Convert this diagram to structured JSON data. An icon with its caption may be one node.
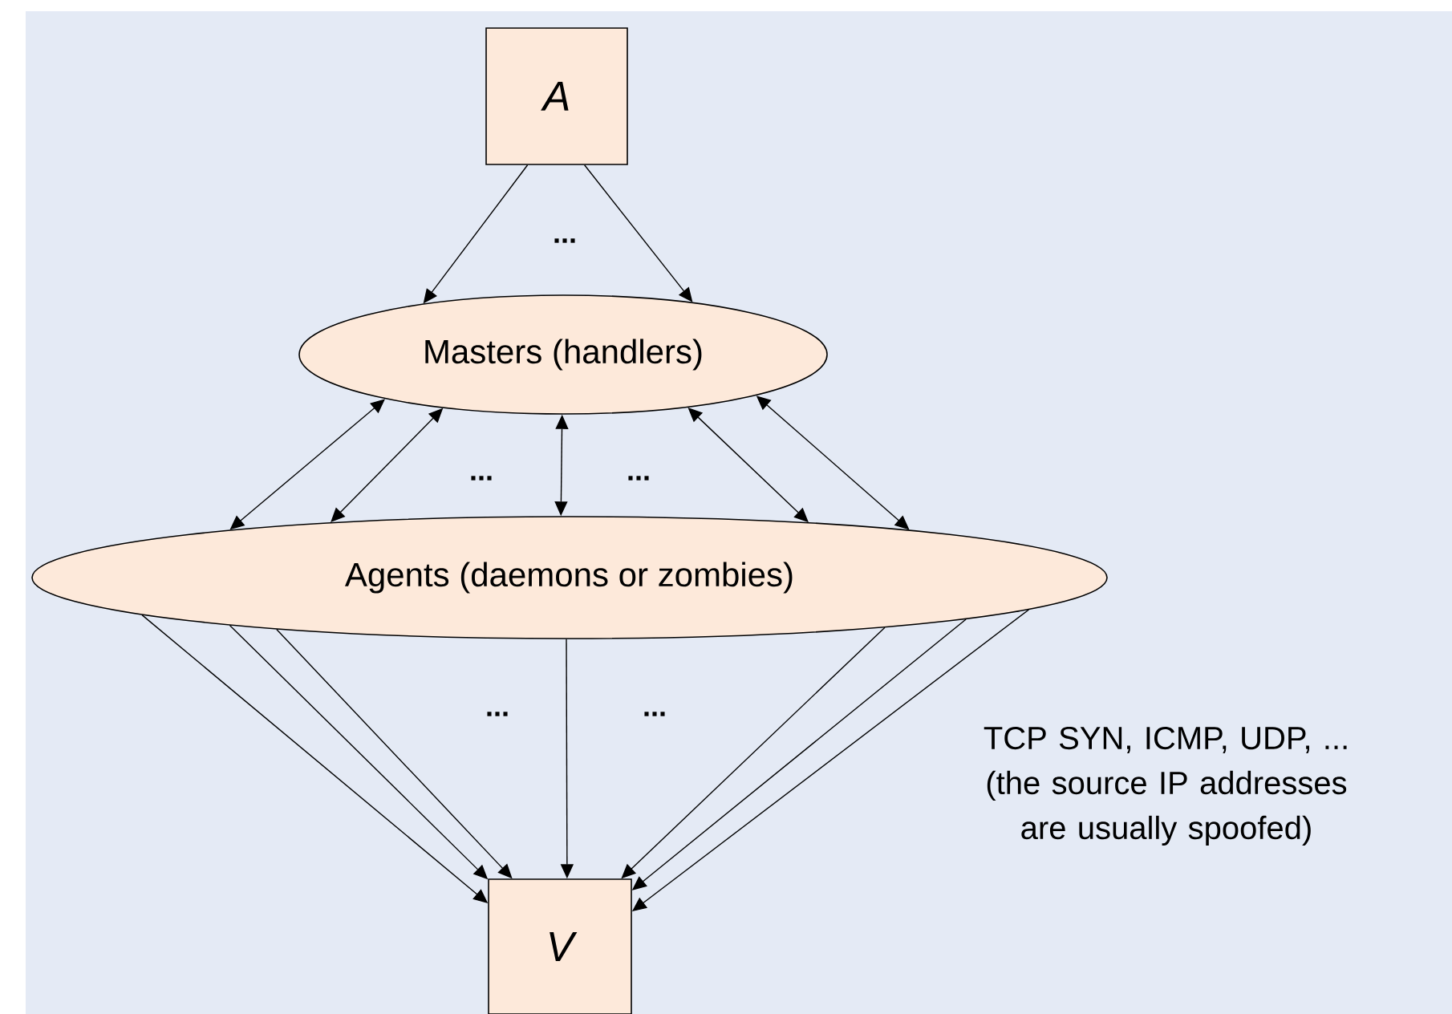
{
  "diagram": {
    "nodes": [
      {
        "text": [
          "A"
        ]
      },
      {
        "text": [
          "Masters (handlers)"
        ]
      },
      {
        "text": [
          "Agents (daemons or zombies)"
        ]
      },
      {
        "text": [
          "V"
        ]
      }
    ],
    "edges": [
      {
        "from": 0,
        "to": 1,
        "arrow": "to"
      },
      {
        "from": 0,
        "to": 1,
        "arrow": "to"
      },
      {
        "from": 1,
        "to": 2,
        "arrow": "both"
      },
      {
        "from": 1,
        "to": 2,
        "arrow": "both"
      },
      {
        "from": 1,
        "to": 2,
        "arrow": "both"
      },
      {
        "from": 1,
        "to": 2,
        "arrow": "both"
      },
      {
        "from": 1,
        "to": 2,
        "arrow": "both"
      },
      {
        "from": 2,
        "to": 3,
        "arrow": "to"
      },
      {
        "from": 2,
        "to": 3,
        "arrow": "to"
      },
      {
        "from": 2,
        "to": 3,
        "arrow": "to"
      },
      {
        "from": 2,
        "to": 3,
        "arrow": "to"
      },
      {
        "from": 2,
        "to": 3,
        "arrow": "to"
      },
      {
        "from": 2,
        "to": 3,
        "arrow": "to"
      },
      {
        "from": 2,
        "to": 3,
        "arrow": "to"
      }
    ],
    "labels": [
      "...",
      "...",
      "...",
      "...",
      "...",
      "TCP SYN, ICMP, UDP, ... (the source IP addresses are usually spoofed)"
    ]
  }
}
